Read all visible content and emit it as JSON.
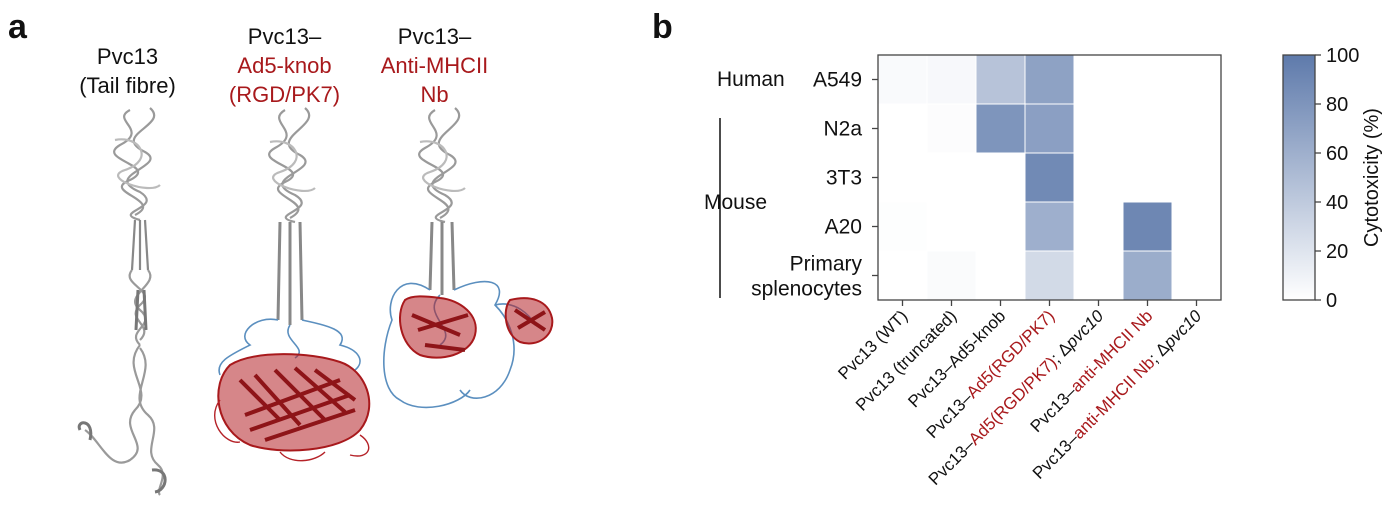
{
  "panels": {
    "a": "a",
    "b": "b"
  },
  "structures": [
    {
      "line1": "Pvc13",
      "line2": "(Tail fibre)",
      "line3": ""
    },
    {
      "line1": "Pvc13–",
      "line2": "Ad5-knob",
      "line3": "(RGD/PK7)"
    },
    {
      "line1": "Pvc13–",
      "line2": "Anti-MHCII",
      "line3": "Nb"
    }
  ],
  "colors": {
    "protein_grey": "#9a9a9a",
    "ligand_red": "#a8191c",
    "linker_blue": "#5b8fbf",
    "heat_max": "#5e7aab",
    "heat_min": "#ffffff"
  },
  "chart_data": {
    "type": "heatmap",
    "row_groups": [
      {
        "label": "Human",
        "rows": [
          "A549"
        ]
      },
      {
        "label": "Mouse",
        "rows": [
          "N2a",
          "3T3",
          "A20",
          "Primary splenocytes"
        ]
      }
    ],
    "rows": [
      "A549",
      "N2a",
      "3T3",
      "A20",
      "Primary\nsplenocytes"
    ],
    "columns": [
      {
        "prefix": "",
        "red": "",
        "suffix": "Pvc13 (WT)",
        "italic": ""
      },
      {
        "prefix": "",
        "red": "",
        "suffix": "Pvc13 (truncated)",
        "italic": ""
      },
      {
        "prefix": "",
        "red": "",
        "suffix": "Pvc13–Ad5-knob",
        "italic": ""
      },
      {
        "prefix": "Pvc13–",
        "red": "Ad5(RGD/PK7)",
        "suffix": "",
        "italic": ""
      },
      {
        "prefix": "Pvc13–",
        "red": "Ad5(RGD/PK7)",
        "suffix": "; Δ",
        "italic": "pvc10"
      },
      {
        "prefix": "Pvc13–",
        "red": "anti-MHCII Nb",
        "suffix": "",
        "italic": ""
      },
      {
        "prefix": "Pvc13–",
        "red": "anti-MHCII Nb",
        "suffix": "; Δ",
        "italic": "pvc10"
      }
    ],
    "values": [
      [
        4,
        5,
        45,
        70,
        0,
        0,
        0
      ],
      [
        0,
        2,
        80,
        72,
        0,
        0,
        0
      ],
      [
        0,
        0,
        0,
        88,
        0,
        0,
        0
      ],
      [
        1,
        0,
        0,
        60,
        0,
        90,
        0
      ],
      [
        0,
        3,
        0,
        28,
        0,
        62,
        0
      ]
    ],
    "colorbar": {
      "label": "Cytotoxicity (%)",
      "min": 0,
      "max": 100,
      "ticks": [
        "0",
        "20",
        "40",
        "60",
        "80",
        "100"
      ]
    }
  }
}
